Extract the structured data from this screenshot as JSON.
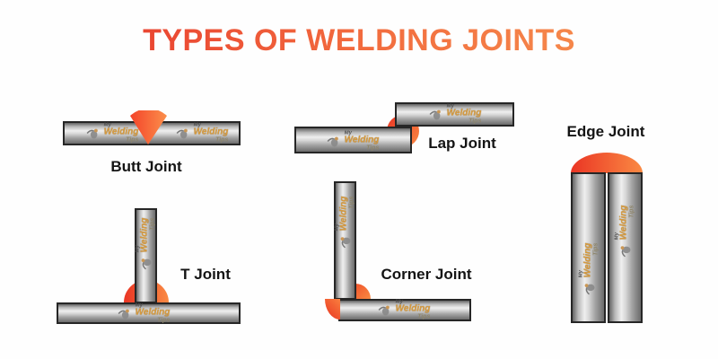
{
  "title": {
    "text": "TYPES OF WELDING JOINTS",
    "gradient_from": "#e6342c",
    "gradient_to": "#f79551"
  },
  "joints": [
    {
      "label": "Butt Joint"
    },
    {
      "label": "Lap Joint"
    },
    {
      "label": "Edge Joint"
    },
    {
      "label": "T Joint"
    },
    {
      "label": "Corner Joint"
    }
  ],
  "watermark": {
    "line1": "My",
    "line2": "Welding",
    "line3": "Tips"
  },
  "colors": {
    "weld_red": "#ea3524",
    "weld_orange": "#fa8a43",
    "metal_light": "#efefef",
    "metal_dark": "#636363",
    "bar_border": "#262626",
    "label_color": "#141414"
  }
}
